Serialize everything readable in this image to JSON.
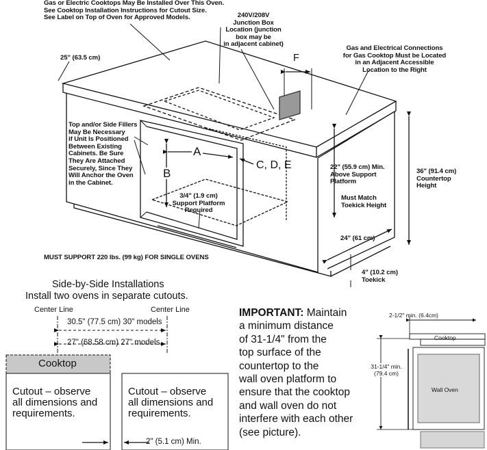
{
  "main_diagram": {
    "top_note": [
      "Gas or Electric Cooktops May Be Installed Over This Oven.",
      "See Cooktop Installation Instructions for Cutout Size.",
      "See Label on Top of Oven for Approved Models."
    ],
    "junction_box_label": [
      "240V/208V",
      "Junction Box",
      "Location (junction",
      "box may be",
      "in adjacent cabinet)"
    ],
    "f_label": "F",
    "gas_note": [
      "Gas and Electrical Connections",
      "for Gas Cooktop Must be Located",
      "in an Adjacent Accessible",
      "Location to the Right"
    ],
    "depth_25": "25\" (63.5 cm)",
    "filler_note": [
      "Top and/or Side Fillers",
      "May Be Necessary",
      "if Unit Is Positioned",
      "Between Existing",
      "Cabinets. Be Sure",
      "They Are Attached",
      "Securely, Since They",
      "Will Anchor the Oven",
      "in the Cabinet."
    ],
    "label_a": "A",
    "label_b": "B",
    "label_cde": "C, D, E",
    "min_22": [
      "22\" (55.9 cm) Min.",
      "Above Support",
      "Platform"
    ],
    "height_36": [
      "36\" (91.4 cm)",
      "Countertop",
      "Height"
    ],
    "support_platform": [
      "3/4\" (1.9 cm)",
      "Support Platform",
      "Required"
    ],
    "toekick_match": [
      "Must Match",
      "Toekick Height"
    ],
    "depth_24": "24\" (61 cm)",
    "toekick_4": [
      "4\" (10.2 cm)",
      "Toekick"
    ],
    "must_support": "MUST SUPPORT 220 lbs. (99 kg) FOR SINGLE OVENS"
  },
  "side_by_side": {
    "title": "Side-by-Side Installations",
    "subtitle": "Install two ovens in separate cutouts.",
    "center_line_left": "Center Line",
    "center_line_right": "Center Line",
    "dim_30": "30.5\" (77.5 cm) 30\" models",
    "dim_27": "27\" (68.58 cm) 27\" models",
    "cooktop_label": "Cooktop",
    "cutout_left": [
      "Cutout – observe",
      "all dimensions and",
      "requirements."
    ],
    "cutout_right": [
      "Cutout – observe",
      "all dimensions and",
      "requirements."
    ],
    "min_2": "2\" (5.1 cm) Min."
  },
  "important": {
    "heading": "IMPORTANT:",
    "lines": [
      "Maintain",
      "a minimum distance",
      "of 31-1/4\" from the",
      "top surface of the",
      "countertop to the",
      "wall oven platform to",
      "ensure that the cooktop",
      "and wall oven do not",
      "interfere with each other",
      "(see picture)."
    ]
  },
  "small_diagram": {
    "min_25": "2-1/2\" min. (6.4cm)",
    "cooktop": "Cooktop",
    "min_3125": [
      "31-1/4\" min.",
      "(79.4 cm)"
    ],
    "wall_oven": "Wall Oven"
  }
}
